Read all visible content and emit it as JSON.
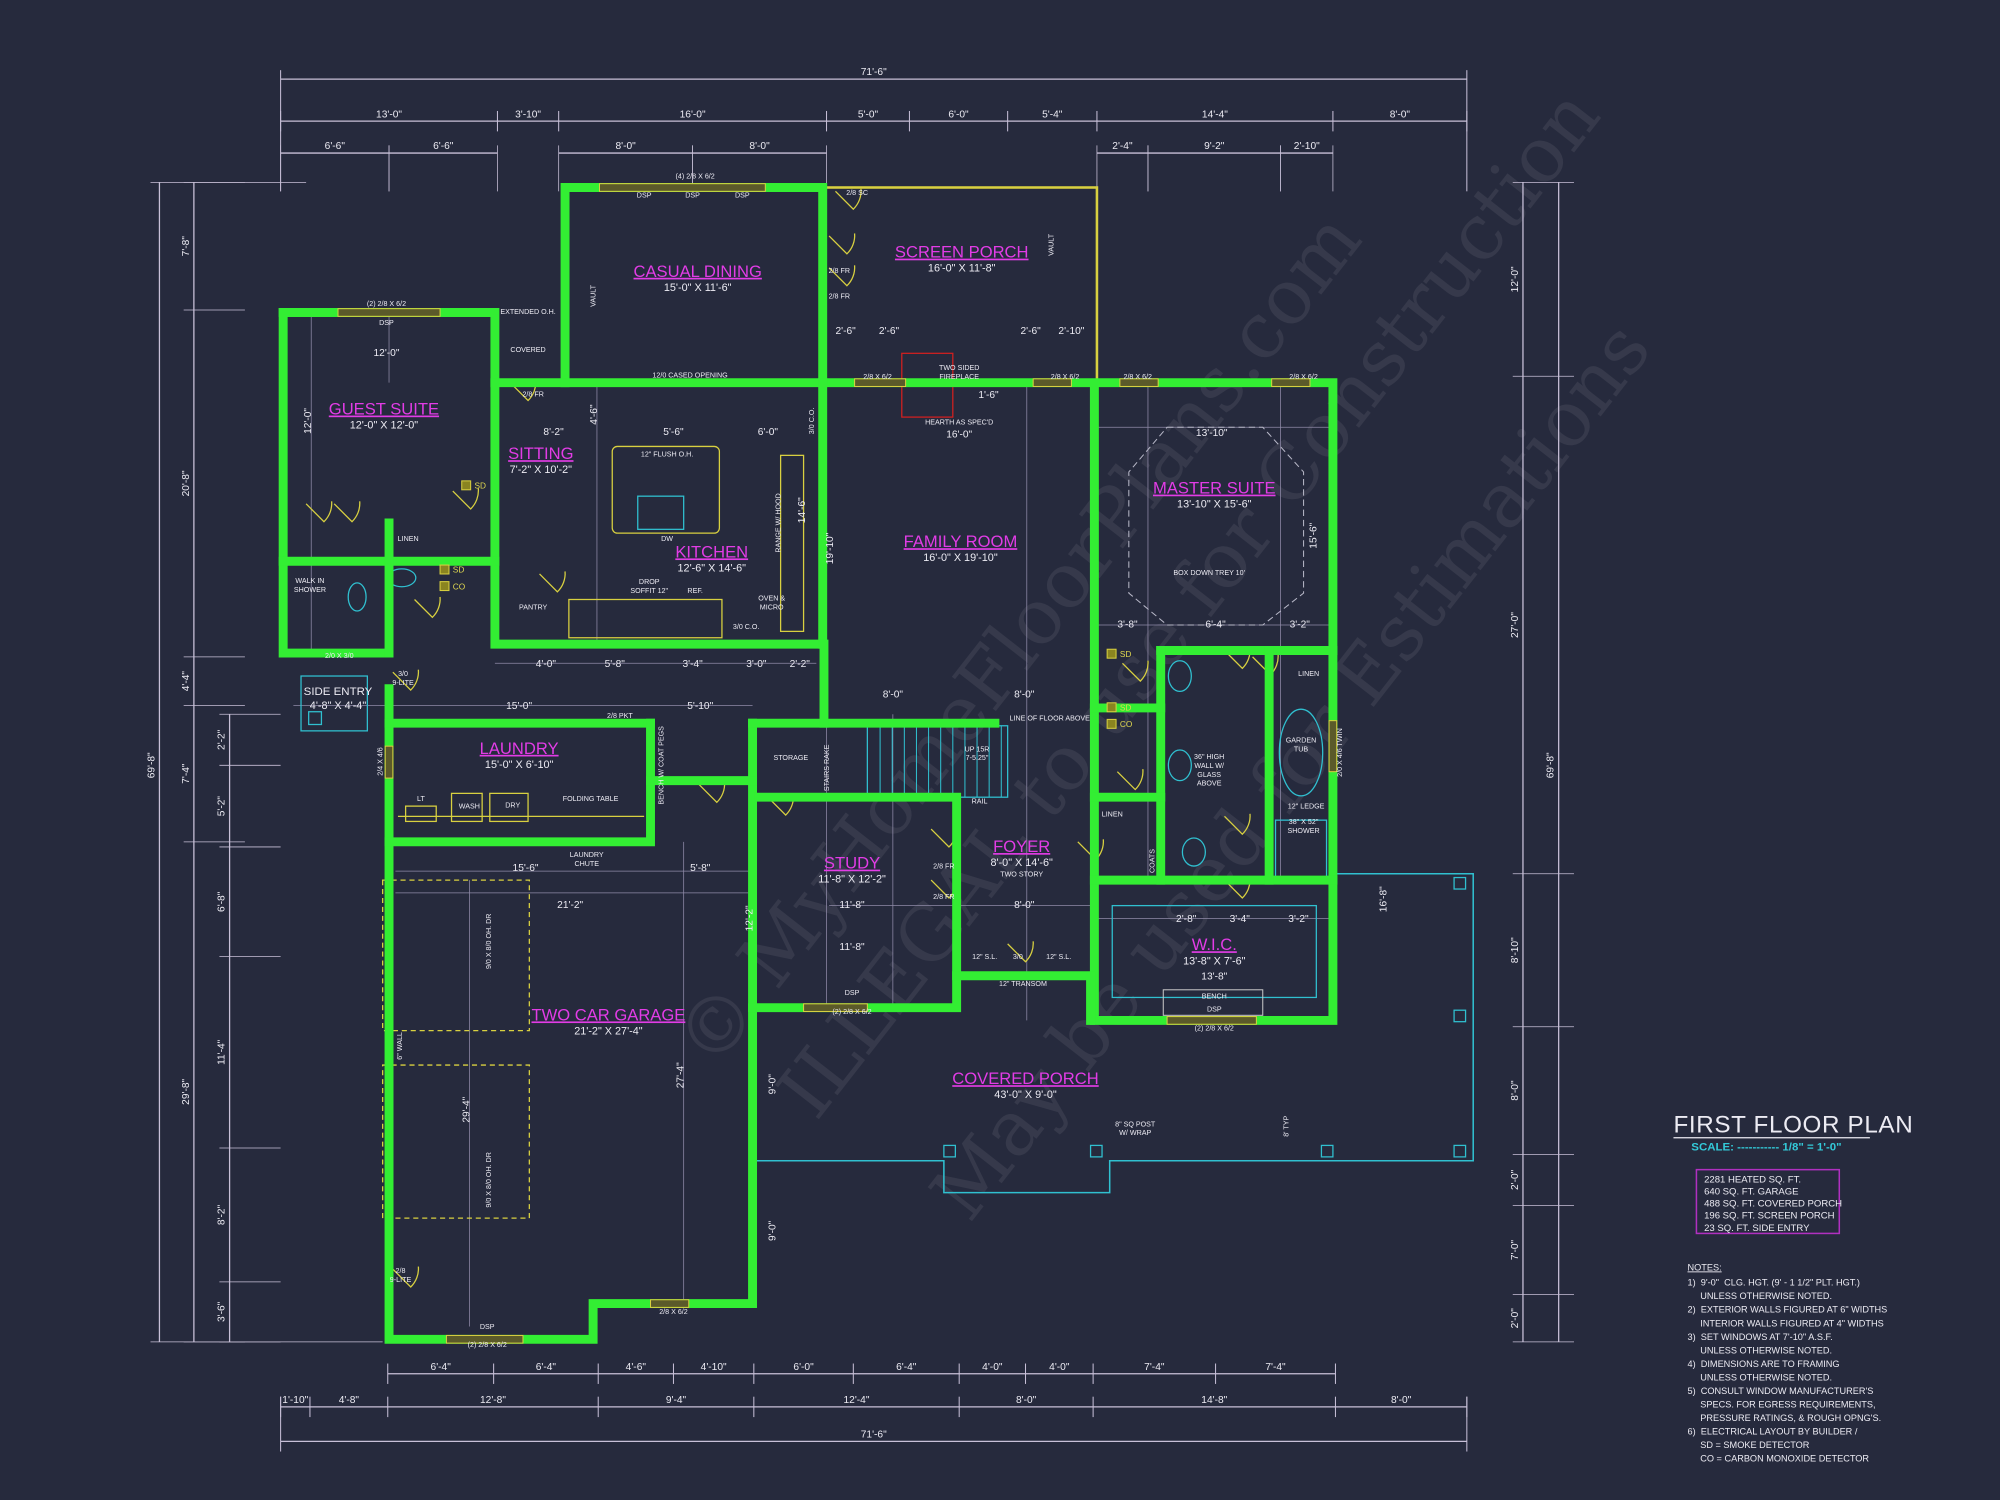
{
  "title_block": {
    "title": "FIRST FLOOR PLAN",
    "scale": "SCALE: ----------- 1/8\" = 1'-0\"",
    "areas": [
      "2281 HEATED SQ. FT.",
      "640 SQ. FT. GARAGE",
      "488 SQ. FT. COVERED PORCH",
      "196 SQ. FT. SCREEN PORCH",
      "23 SQ. FT. SIDE ENTRY"
    ],
    "notes_heading": "NOTES:",
    "notes": [
      "1)  9'-0\"  CLG. HGT. (9' - 1 1/2\" PLT. HGT.)",
      "     UNLESS OTHERWISE NOTED.",
      "2)  EXTERIOR WALLS FIGURED AT 6\" WIDTHS",
      "     INTERIOR WALLS FIGURED AT 4\" WIDTHS",
      "3)  SET WINDOWS AT 7'-10\" A.S.F.",
      "     UNLESS OTHERWISE NOTED.",
      "4)  DIMENSIONS ARE TO FRAMING",
      "     UNLESS OTHERWISE NOTED.",
      "5)  CONSULT WINDOW MANUFACTURER'S",
      "     SPECS. FOR EGRESS REQUIREMENTS,",
      "     PRESSURE RATINGS, & ROUGH OPNG'S.",
      "6)  ELECTRICAL LAYOUT BY BUILDER /",
      "     SD = SMOKE DETECTOR",
      "     CO = CARBON MONOXIDE DETECTOR"
    ]
  },
  "rooms": [
    {
      "name": "CASUAL DINING",
      "size": "15'-0\" X 11'-6\""
    },
    {
      "name": "SCREEN PORCH",
      "size": "16'-0\" X 11'-8\""
    },
    {
      "name": "GUEST SUITE",
      "size": "12'-0\" X 12'-0\""
    },
    {
      "name": "SITTING",
      "size": "7'-2\" X 10'-2\""
    },
    {
      "name": "KITCHEN",
      "size": "12'-6\" X 14'-6\""
    },
    {
      "name": "FAMILY ROOM",
      "size": "16'-0\" X 19'-10\""
    },
    {
      "name": "MASTER SUITE",
      "size": "13'-10\" X 15'-6\""
    },
    {
      "name": "SIDE ENTRY",
      "size": "4'-8\" X 4'-4\""
    },
    {
      "name": "LAUNDRY",
      "size": "15'-0\" X 6'-10\""
    },
    {
      "name": "STUDY",
      "size": "11'-8\" X 12'-2\""
    },
    {
      "name": "FOYER",
      "size": "8'-0\" X 14'-6\"",
      "extra": "TWO STORY"
    },
    {
      "name": "W.I.C.",
      "size": "13'-8\" X 7'-6\""
    },
    {
      "name": "TWO CAR GARAGE",
      "size": "21'-2\" X 27'-4\""
    },
    {
      "name": "COVERED PORCH",
      "size": "43'-0\" X 9'-0\""
    }
  ],
  "dimensions": {
    "top_overall": "71'-6\"",
    "top_row1": [
      "13'-0\"",
      "3'-10\"",
      "16'-0\"",
      "5'-0\"",
      "6'-0\"",
      "5'-4\"",
      "14'-4\"",
      "8'-0\""
    ],
    "top_row2": [
      "6'-6\"",
      "6'-6\"",
      "8'-0\"",
      "8'-0\"",
      "2'-4\"",
      "9'-2\"",
      "2'-10\""
    ],
    "bottom_row1": [
      "6'-4\"",
      "6'-4\"",
      "4'-6\"",
      "4'-10\"",
      "6'-0\"",
      "6'-4\"",
      "4'-0\"",
      "4'-0\"",
      "7'-4\"",
      "7'-4\""
    ],
    "bottom_row2": [
      "1'-10\"",
      "4'-8\"",
      "12'-8\"",
      "9'-4\"",
      "12'-4\"",
      "8'-0\"",
      "14'-8\"",
      "8'-0\""
    ],
    "bottom_overall": "71'-6\"",
    "left_overall": "69'-8\"",
    "left_col2": [
      "7'-8\"",
      "20'-8\"",
      "4'-4\"",
      "7'-4\"",
      "29'-8\""
    ],
    "left_col3": [
      "2'-2\"",
      "5'-2\"",
      "6'-8\"",
      "11'-4\"",
      "8'-2\"",
      "3'-6\""
    ],
    "right_col1": [
      "12'-0\"",
      "27'-0\"",
      "8'-10\"",
      "8'-0\"",
      "2'-0\"",
      "7'-0\"",
      "2'-0\""
    ],
    "right_overall": "69'-8\""
  },
  "annotations": [
    "(4) 2/8 X 6/2",
    "DSP",
    "DSP",
    "DSP",
    "VAULT",
    "VAULT",
    "2/8 SC",
    "2/8 FR",
    "2/8 FR",
    "(2) 2/8 X 6/2",
    "DSP",
    "EXTENDED O.H.",
    "COVERED",
    "12'-0\"",
    "12'-0\"",
    "2/8 FR",
    "12/0 CASED OPENING",
    "TWO SIDED",
    "FIREPLACE",
    "HEARTH AS SPEC'D",
    "16'-0\"",
    "2/8 X 6/2",
    "2/8 X 6/2",
    "2/8 X 6/2",
    "2/8 X 6/2",
    "12\" FLUSH O.H.",
    "DW",
    "RANGE W/ HOOD",
    "DROP",
    "SOFFIT 12\"",
    "REF.",
    "OVEN &",
    "MICRO",
    "PANTRY",
    "3/0 C.O.",
    "3/0 C.O.",
    "13'-10\"",
    "BOX DOWN TREY 10'",
    "LINEN",
    "WALK IN",
    "SHOWER",
    "LINE OF FLOOR ABOVE",
    "STORAGE",
    "STAIRS RAKE",
    "UP 15R",
    "7-5.25\"",
    "RAIL",
    "2/8 FR",
    "2/8 FR",
    "12\" S.L.",
    "12\" S.L.",
    "3/0",
    "12\" TRANSOM",
    "DSP",
    "(2) 2/8 X 6/2",
    "LINEN",
    "GARDEN",
    "TUB",
    "36\" HIGH",
    "WALL W/",
    "GLASS",
    "ABOVE",
    "12\" LEDGE",
    "38\" X 52\"",
    "SHOWER",
    "COATS",
    "LINEN",
    "BENCH",
    "DSP",
    "(2) 2/8 X 6/2",
    "2/0 X 4/6 TWIN",
    "FOLDING TABLE",
    "WASH",
    "DRY",
    "LT",
    "2/8 PKT",
    "BENCH W/ COAT PEGS",
    "LAUNDRY",
    "CHUTE",
    "2/4 X 4/6",
    "2/0 X 3/0",
    "3/0",
    "9-LITE",
    "9/0 X 8/0 OH. DR",
    "9/0 X 8/0 OH. DR",
    "6\" WALL",
    "2/8",
    "9-LITE",
    "DSP",
    "(2) 2/8 X 6/2",
    "2/8 X 6/2",
    "8\" SQ POST",
    "W/ WRAP",
    "8' TYP",
    "8'-2\"",
    "5'-6\"",
    "6'-0\"",
    "4'-6\"",
    "21'-2\"",
    "15'-6\"",
    "5'-8\"",
    "11'-8\"",
    "8'-0\"",
    "15'-0\"",
    "5'-10\"",
    "8'-0\"",
    "8'-0\"",
    "4'-0\"",
    "5'-8\"",
    "3'-4\"",
    "3'-0\"",
    "2'-2\"",
    "3'-8\"",
    "6'-4\"",
    "3'-2\"",
    "2'-8\"",
    "3'-4\"",
    "3'-2\"",
    "13'-8\"",
    "16'-8\"",
    "27'-4\"",
    "29'-4\"",
    "14'-6\"",
    "19'-10\"",
    "15'-6\"",
    "2'-6\"",
    "2'-6\"",
    "2'-6\"",
    "2'-10\"",
    "1'-6\"",
    "11'-8\"",
    "12'-2\"",
    "9'-0\"",
    "9'-0\""
  ],
  "detectors": [
    "SD",
    "SD",
    "CO",
    "SD",
    "SD",
    "CO"
  ],
  "watermark": [
    "© MyHomeFloorPlans.com",
    "ILLEGAL to use for Construction",
    "May be used for Estimations"
  ],
  "colors": {
    "background": "#262a3d",
    "walls": "#33ee33",
    "room_labels": "#e23ce6",
    "fixtures": "#30c0d0",
    "doors_windows": "#d8d040",
    "dimensions": "#c8c0d8"
  }
}
